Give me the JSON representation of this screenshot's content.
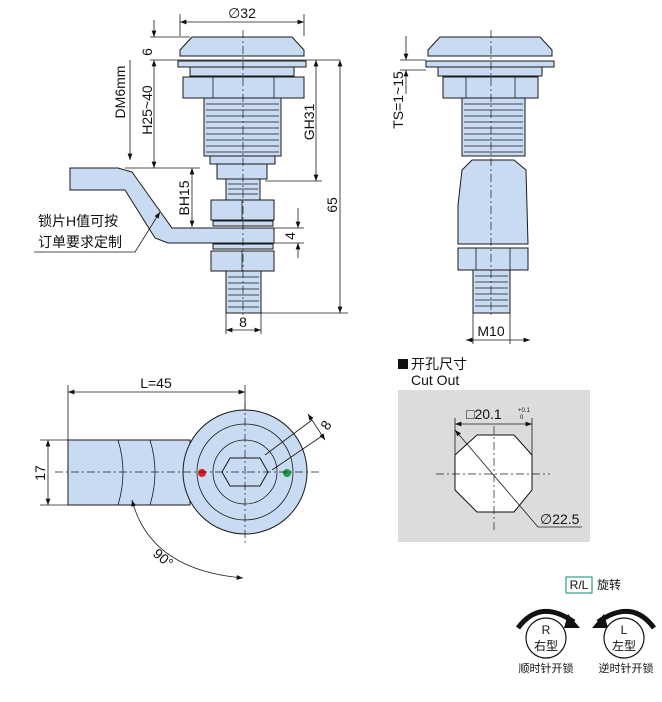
{
  "front_view": {
    "dia_head": "∅32",
    "head_height": "6",
    "grip_range": "H25~40",
    "cam_thickness_note": "DM6mm",
    "grip_length": "GH31",
    "total_length": "65",
    "cam_offset": "BH15",
    "cam_plate_thickness": "4",
    "shaft_width": "8",
    "note_line1": "锁片H值可按",
    "note_line2": "订单要求定制"
  },
  "side_view": {
    "panel_thickness": "TS=1~15",
    "thread": "M10"
  },
  "bottom_view": {
    "cam_length": "L=45",
    "cam_width": "17",
    "square_size": "8",
    "rotation_angle": "90°"
  },
  "cutout": {
    "title_cn": "开孔尺寸",
    "title_en": "Cut Out",
    "square": "□20.1",
    "tol_upper": "+0.1",
    "tol_lower": "0",
    "diameter": "∅22.5"
  },
  "rotation": {
    "badge": "R/L",
    "label": "旋转",
    "right_letter": "R",
    "right_type": "右型",
    "right_caption": "顺时针开锁",
    "left_letter": "L",
    "left_type": "左型",
    "left_caption": "逆时针开锁",
    "badge_color": "#2aa08a"
  }
}
